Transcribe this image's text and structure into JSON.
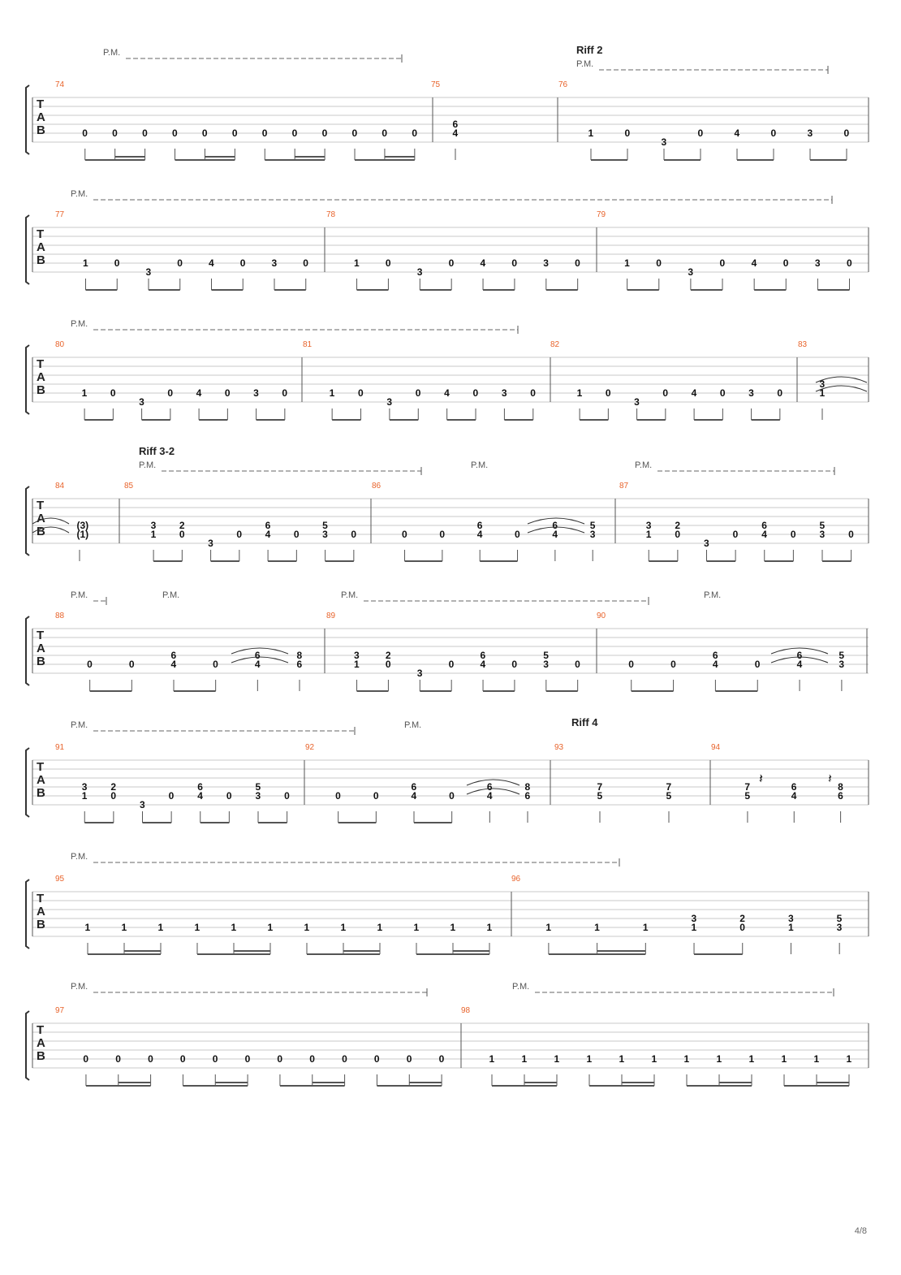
{
  "tab_clef": [
    "T",
    "A",
    "B"
  ],
  "palm_mute": "P.M.",
  "page_number": "4/8",
  "systems": [
    {
      "riffs": [
        {
          "text": "Riff 2"
        }
      ],
      "measures": [
        {
          "number": "74",
          "notes": [
            {
              "f": [
                "0"
              ]
            },
            {
              "f": [
                "0"
              ]
            },
            {
              "f": [
                "0"
              ]
            },
            {
              "f": [
                "0"
              ]
            },
            {
              "f": [
                "0"
              ]
            },
            {
              "f": [
                "0"
              ]
            },
            {
              "f": [
                "0"
              ]
            },
            {
              "f": [
                "0"
              ]
            },
            {
              "f": [
                "0"
              ]
            },
            {
              "f": [
                "0"
              ]
            },
            {
              "f": [
                "0"
              ]
            },
            {
              "f": [
                "0"
              ]
            }
          ]
        },
        {
          "number": "75",
          "notes": [
            {
              "f": [
                "6",
                "4"
              ]
            }
          ]
        },
        {
          "number": "76",
          "notes": [
            {
              "f": [
                "1"
              ]
            },
            {
              "f": [
                "0"
              ]
            },
            {
              "f": [
                "3"
              ]
            },
            {
              "f": [
                "0"
              ]
            },
            {
              "f": [
                "4"
              ]
            },
            {
              "f": [
                "0"
              ]
            },
            {
              "f": [
                "3"
              ]
            },
            {
              "f": [
                "0"
              ]
            }
          ]
        }
      ]
    },
    {
      "measures": [
        {
          "number": "77",
          "notes": [
            {
              "f": [
                "1"
              ]
            },
            {
              "f": [
                "0"
              ]
            },
            {
              "f": [
                "3"
              ]
            },
            {
              "f": [
                "0"
              ]
            },
            {
              "f": [
                "4"
              ]
            },
            {
              "f": [
                "0"
              ]
            },
            {
              "f": [
                "3"
              ]
            },
            {
              "f": [
                "0"
              ]
            }
          ]
        },
        {
          "number": "78",
          "notes": [
            {
              "f": [
                "1"
              ]
            },
            {
              "f": [
                "0"
              ]
            },
            {
              "f": [
                "3"
              ]
            },
            {
              "f": [
                "0"
              ]
            },
            {
              "f": [
                "4"
              ]
            },
            {
              "f": [
                "0"
              ]
            },
            {
              "f": [
                "3"
              ]
            },
            {
              "f": [
                "0"
              ]
            }
          ]
        },
        {
          "number": "79",
          "notes": [
            {
              "f": [
                "1"
              ]
            },
            {
              "f": [
                "0"
              ]
            },
            {
              "f": [
                "3"
              ]
            },
            {
              "f": [
                "0"
              ]
            },
            {
              "f": [
                "4"
              ]
            },
            {
              "f": [
                "0"
              ]
            },
            {
              "f": [
                "3"
              ]
            },
            {
              "f": [
                "0"
              ]
            }
          ]
        }
      ]
    },
    {
      "measures": [
        {
          "number": "80",
          "notes": [
            {
              "f": [
                "1"
              ]
            },
            {
              "f": [
                "0"
              ]
            },
            {
              "f": [
                "3"
              ]
            },
            {
              "f": [
                "0"
              ]
            },
            {
              "f": [
                "4"
              ]
            },
            {
              "f": [
                "0"
              ]
            },
            {
              "f": [
                "3"
              ]
            },
            {
              "f": [
                "0"
              ]
            }
          ]
        },
        {
          "number": "81",
          "notes": [
            {
              "f": [
                "1"
              ]
            },
            {
              "f": [
                "0"
              ]
            },
            {
              "f": [
                "3"
              ]
            },
            {
              "f": [
                "0"
              ]
            },
            {
              "f": [
                "4"
              ]
            },
            {
              "f": [
                "0"
              ]
            },
            {
              "f": [
                "3"
              ]
            },
            {
              "f": [
                "0"
              ]
            }
          ]
        },
        {
          "number": "82",
          "notes": [
            {
              "f": [
                "1"
              ]
            },
            {
              "f": [
                "0"
              ]
            },
            {
              "f": [
                "3"
              ]
            },
            {
              "f": [
                "0"
              ]
            },
            {
              "f": [
                "4"
              ]
            },
            {
              "f": [
                "0"
              ]
            },
            {
              "f": [
                "3"
              ]
            },
            {
              "f": [
                "0"
              ]
            }
          ]
        },
        {
          "number": "83",
          "notes": [
            {
              "f": [
                "3",
                "1"
              ]
            }
          ]
        }
      ]
    },
    {
      "riffs": [
        {
          "text": "Riff 3-2"
        }
      ],
      "measures": [
        {
          "number": "84",
          "notes": [
            {
              "f": [
                "(3)",
                "(1)"
              ]
            }
          ]
        },
        {
          "number": "85",
          "notes": [
            {
              "f": [
                "3",
                "1"
              ]
            },
            {
              "f": [
                "2",
                "0"
              ]
            },
            {
              "f": [
                "3"
              ]
            },
            {
              "f": [
                "0"
              ]
            },
            {
              "f": [
                "6",
                "4"
              ]
            },
            {
              "f": [
                "0"
              ]
            },
            {
              "f": [
                "5",
                "3"
              ]
            },
            {
              "f": [
                "0"
              ]
            }
          ]
        },
        {
          "number": "86",
          "notes": [
            {
              "f": [
                "0"
              ]
            },
            {
              "f": [
                "0"
              ]
            },
            {
              "f": [
                "6",
                "4"
              ]
            },
            {
              "f": [
                "0"
              ]
            },
            {
              "f": [
                "6",
                "4"
              ]
            },
            {
              "f": [
                "5",
                "3"
              ]
            }
          ]
        },
        {
          "number": "87",
          "notes": [
            {
              "f": [
                "3",
                "1"
              ]
            },
            {
              "f": [
                "2",
                "0"
              ]
            },
            {
              "f": [
                "3"
              ]
            },
            {
              "f": [
                "0"
              ]
            },
            {
              "f": [
                "6",
                "4"
              ]
            },
            {
              "f": [
                "0"
              ]
            },
            {
              "f": [
                "5",
                "3"
              ]
            },
            {
              "f": [
                "0"
              ]
            }
          ]
        }
      ]
    },
    {
      "measures": [
        {
          "number": "88",
          "notes": [
            {
              "f": [
                "0"
              ]
            },
            {
              "f": [
                "0"
              ]
            },
            {
              "f": [
                "6",
                "4"
              ]
            },
            {
              "f": [
                "0"
              ]
            },
            {
              "f": [
                "6",
                "4"
              ]
            },
            {
              "f": [
                "8",
                "6"
              ]
            }
          ]
        },
        {
          "number": "89",
          "notes": [
            {
              "f": [
                "3",
                "1"
              ]
            },
            {
              "f": [
                "2",
                "0"
              ]
            },
            {
              "f": [
                "3"
              ]
            },
            {
              "f": [
                "0"
              ]
            },
            {
              "f": [
                "6",
                "4"
              ]
            },
            {
              "f": [
                "0"
              ]
            },
            {
              "f": [
                "5",
                "3"
              ]
            },
            {
              "f": [
                "0"
              ]
            }
          ]
        },
        {
          "number": "90",
          "notes": [
            {
              "f": [
                "0"
              ]
            },
            {
              "f": [
                "0"
              ]
            },
            {
              "f": [
                "6",
                "4"
              ]
            },
            {
              "f": [
                "0"
              ]
            },
            {
              "f": [
                "6",
                "4"
              ]
            },
            {
              "f": [
                "5",
                "3"
              ]
            }
          ]
        }
      ]
    },
    {
      "riffs": [
        {
          "text": "Riff 4"
        }
      ],
      "measures": [
        {
          "number": "91",
          "notes": [
            {
              "f": [
                "3",
                "1"
              ]
            },
            {
              "f": [
                "2",
                "0"
              ]
            },
            {
              "f": [
                "3"
              ]
            },
            {
              "f": [
                "0"
              ]
            },
            {
              "f": [
                "6",
                "4"
              ]
            },
            {
              "f": [
                "0"
              ]
            },
            {
              "f": [
                "5",
                "3"
              ]
            },
            {
              "f": [
                "0"
              ]
            }
          ]
        },
        {
          "number": "92",
          "notes": [
            {
              "f": [
                "0"
              ]
            },
            {
              "f": [
                "0"
              ]
            },
            {
              "f": [
                "6",
                "4"
              ]
            },
            {
              "f": [
                "0"
              ]
            },
            {
              "f": [
                "6",
                "4"
              ]
            },
            {
              "f": [
                "8",
                "6"
              ]
            }
          ]
        },
        {
          "number": "93",
          "notes": [
            {
              "f": [
                "7",
                "5"
              ]
            },
            {
              "f": [
                "7",
                "5"
              ]
            }
          ]
        },
        {
          "number": "94",
          "notes": [
            {
              "f": [
                "7",
                "5"
              ]
            },
            {
              "f": [
                "6",
                "4"
              ]
            },
            {
              "f": [
                "8",
                "6"
              ]
            }
          ]
        }
      ]
    },
    {
      "measures": [
        {
          "number": "95",
          "notes": [
            {
              "f": [
                "1"
              ]
            },
            {
              "f": [
                "1"
              ]
            },
            {
              "f": [
                "1"
              ]
            },
            {
              "f": [
                "1"
              ]
            },
            {
              "f": [
                "1"
              ]
            },
            {
              "f": [
                "1"
              ]
            },
            {
              "f": [
                "1"
              ]
            },
            {
              "f": [
                "1"
              ]
            },
            {
              "f": [
                "1"
              ]
            },
            {
              "f": [
                "1"
              ]
            },
            {
              "f": [
                "1"
              ]
            },
            {
              "f": [
                "1"
              ]
            }
          ]
        },
        {
          "number": "96",
          "notes": [
            {
              "f": [
                "1"
              ]
            },
            {
              "f": [
                "1"
              ]
            },
            {
              "f": [
                "1"
              ]
            },
            {
              "f": [
                "3",
                "1"
              ]
            },
            {
              "f": [
                "2",
                "0"
              ]
            },
            {
              "f": [
                "3",
                "1"
              ]
            },
            {
              "f": [
                "5",
                "3"
              ]
            }
          ]
        }
      ]
    },
    {
      "measures": [
        {
          "number": "97",
          "notes": [
            {
              "f": [
                "0"
              ]
            },
            {
              "f": [
                "0"
              ]
            },
            {
              "f": [
                "0"
              ]
            },
            {
              "f": [
                "0"
              ]
            },
            {
              "f": [
                "0"
              ]
            },
            {
              "f": [
                "0"
              ]
            },
            {
              "f": [
                "0"
              ]
            },
            {
              "f": [
                "0"
              ]
            },
            {
              "f": [
                "0"
              ]
            },
            {
              "f": [
                "0"
              ]
            },
            {
              "f": [
                "0"
              ]
            },
            {
              "f": [
                "0"
              ]
            }
          ]
        },
        {
          "number": "98",
          "notes": [
            {
              "f": [
                "1"
              ]
            },
            {
              "f": [
                "1"
              ]
            },
            {
              "f": [
                "1"
              ]
            },
            {
              "f": [
                "1"
              ]
            },
            {
              "f": [
                "1"
              ]
            },
            {
              "f": [
                "1"
              ]
            },
            {
              "f": [
                "1"
              ]
            },
            {
              "f": [
                "1"
              ]
            },
            {
              "f": [
                "1"
              ]
            },
            {
              "f": [
                "1"
              ]
            },
            {
              "f": [
                "1"
              ]
            },
            {
              "f": [
                "1"
              ]
            }
          ]
        }
      ]
    }
  ]
}
